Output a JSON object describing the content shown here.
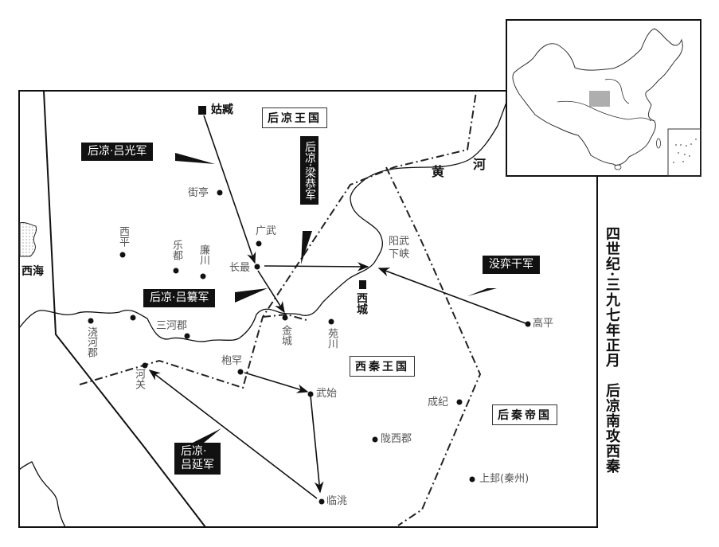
{
  "title": "四世纪·三九七年正月　后凉南攻西秦",
  "kingdoms": {
    "houliang": "后凉王国",
    "xiqin": "西秦王国",
    "houqin": "后秦帝国"
  },
  "armies": {
    "lu_guang": "后凉·吕光军",
    "liang_gong": "后凉·梁恭军",
    "lu_zuan": "后凉·吕纂军",
    "lu_yan": "后凉·\n吕延军",
    "moyigan": "没弈干军"
  },
  "capitals": {
    "guzang": "姑臧",
    "xicheng": "西城"
  },
  "places": {
    "jieting": "街亭",
    "xiping": "西平",
    "ledu": "乐都",
    "lianchuan": "廉川",
    "guangwu": "广武",
    "changzui": "长最",
    "jincheng": "金城",
    "yuanchuan": "苑川",
    "yangwu_xiaxia": "阳武下峡",
    "gaoping": "高平",
    "jiaohejun": "浇河郡",
    "sanhejun": "三河郡",
    "heguan": "河关",
    "baohan": "枹罕",
    "wushi": "武始",
    "chengji": "成纪",
    "longxijun": "陇西郡",
    "lintao": "临洮",
    "shanggui": "上邽(秦州)"
  },
  "features": {
    "yellow_river_1": "黄",
    "yellow_river_2": "河",
    "west_sea": "西海"
  },
  "colors": {
    "ink": "#111111",
    "label": "#555555",
    "inset_highlight": "#9a9a9a",
    "background": "#ffffff"
  }
}
